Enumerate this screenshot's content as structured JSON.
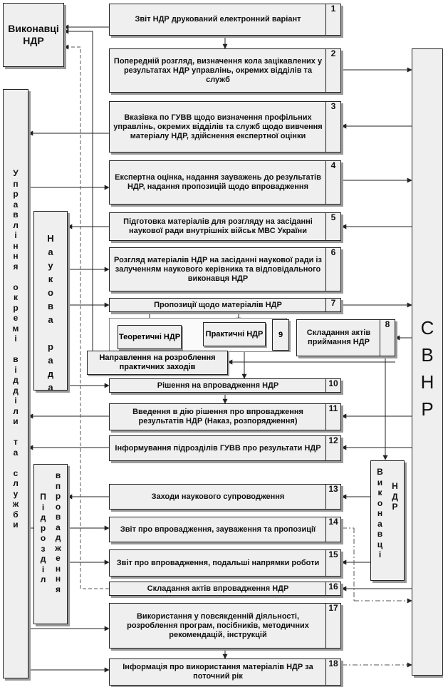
{
  "steps": [
    {
      "n": "1",
      "text": "Звіт НДР друкований електронний варіант"
    },
    {
      "n": "2",
      "text": "Попередній розгляд, визначення кола зацікавлених у результатах НДР управлінь, окремих відділів та служб"
    },
    {
      "n": "3",
      "text": "Вказівка по ГУВВ щодо визначення профільних управлінь, окремих відділів та служб щодо вивчення матеріалу НДР, здійснення експертної оцінки"
    },
    {
      "n": "4",
      "text": "Експертна оцінка, надання зауважень до результатів НДР, надання пропозицій щодо впровадження"
    },
    {
      "n": "5",
      "text": "Підготовка матеріалів для розгляду на засіданні наукової ради внутрішніх військ МВС України"
    },
    {
      "n": "6",
      "text": "Розгляд матеріалів НДР на засіданні наукової ради із залученням наукового керівника та відповідального виконавця НДР"
    },
    {
      "n": "7",
      "text": "Пропозиції щодо матеріалів НДР"
    },
    {
      "n": "8",
      "text": "Складання актів приймання НДР"
    },
    {
      "n": "9",
      "text": ""
    },
    {
      "n": "10",
      "text": "Рішення на впровадження НДР"
    },
    {
      "n": "11",
      "text": "Введення в дію рішення про впровадження результатів НДР (Наказ, розпорядження)"
    },
    {
      "n": "12",
      "text": "Інформування підрозділів ГУВВ про результати НДР"
    },
    {
      "n": "13",
      "text": "Заходи наукового супроводження"
    },
    {
      "n": "14",
      "text": "Звіт про впровадження, зауваження та пропозиції"
    },
    {
      "n": "15",
      "text": "Звіт про впровадження, подальші напрямки роботи"
    },
    {
      "n": "16",
      "text": "Складання актів впровадження НДР"
    },
    {
      "n": "17",
      "text": "Використання у повсякденній діяльності, розроблення програм, посібників, методичних рекомендацій, інструкцій"
    },
    {
      "n": "18",
      "text": "Інформація про використання матеріалів НДР за поточний рік"
    }
  ],
  "side": {
    "vykonavtsi_top": "Виконавці НДР",
    "upravlinnia": [
      "У",
      "п",
      "р",
      "а",
      "в",
      "л",
      "і",
      "н",
      "н",
      "я",
      "",
      "о",
      "к",
      "р",
      "е",
      "м",
      "і",
      "",
      "в",
      "і",
      "д",
      "д",
      "і",
      "л",
      "и",
      "",
      "т",
      "а",
      "",
      "с",
      "л",
      "у",
      "ж",
      "б",
      "и"
    ],
    "naukova_rada": [
      "Н",
      "а",
      "у",
      "к",
      "о",
      "в",
      "а",
      "",
      "р",
      "а",
      "д",
      "а"
    ],
    "svnr": [
      "С",
      "В",
      "Н",
      "Р"
    ],
    "vykonavtsi_right_col1": [
      "В",
      "и",
      "к",
      "о",
      "н",
      "а",
      "в",
      "ц",
      "і"
    ],
    "vykonavtsi_right_col2": [
      "Н",
      "Д",
      "Р"
    ],
    "pidrozdil_col1": [
      "П",
      "і",
      "д",
      "р",
      "о",
      "з",
      "д",
      "і",
      "л"
    ],
    "pidrozdil_col2": [
      "в",
      "п",
      "р",
      "о",
      "в",
      "а",
      "д",
      "ж",
      "е",
      "н",
      "н",
      "я"
    ]
  },
  "sub": {
    "teoretychni": "Теоретичні НДР",
    "praktychni": "Практичні НДР",
    "napravlennia": "Направлення на розроблення практичних заходів"
  }
}
